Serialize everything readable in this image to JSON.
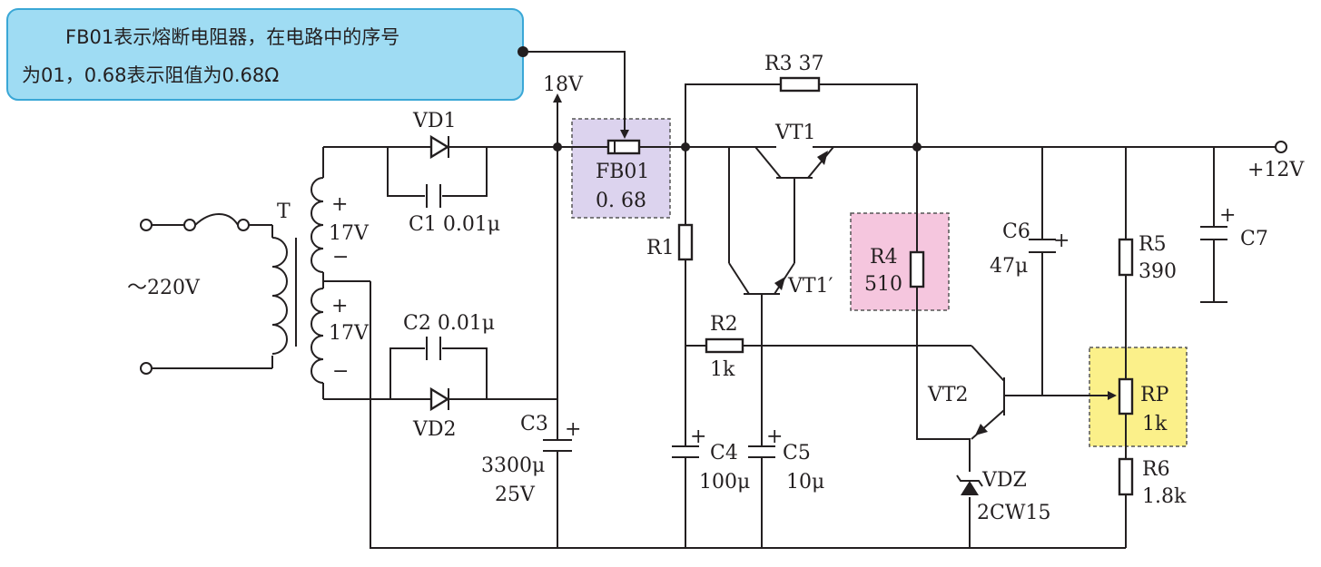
{
  "callout": {
    "line1": "FB01表示熔断电阻器，在电路中的序号",
    "line2": "为01，0.68表示阻值为0.68Ω",
    "bg": "#9fdcf3",
    "border": "#3aa7d6"
  },
  "highlights": {
    "fb01": "#dcd3ee",
    "r4": "#f5c6de",
    "rp": "#fbf08a"
  },
  "labels": {
    "v18": "18V",
    "v12": "+12V",
    "vd1": "VD1",
    "vd2": "VD2",
    "c1": "C1 0.01μ",
    "c2": "C2  0.01μ",
    "transformer": "T",
    "mains": "～220V",
    "plus": "+",
    "minus": "−",
    "sec_v": "17V",
    "fb01_name": "FB01",
    "fb01_value": "0. 68",
    "r3": "R3  37",
    "vt1": "VT1",
    "vt1p": "VT1′",
    "r1": "R1",
    "r2": "R2",
    "r2_val": "1k",
    "r4_name": "R4",
    "r4_val": "510",
    "c3": "C3",
    "c3_val": "3300μ",
    "c3_volt": "25V",
    "c4": "C4",
    "c4_val": "100μ",
    "c5": "C5",
    "c5_val": "10μ",
    "c6": "C6",
    "c6_val": "47μ",
    "c7": "C7",
    "r5": "R5",
    "r5_val": "390",
    "rp_name": "RP",
    "rp_val": "1k",
    "r6": "R6",
    "r6_val": "1.8k",
    "vt2": "VT2",
    "vdz": "VDZ",
    "vdz_val": "2CW15"
  }
}
